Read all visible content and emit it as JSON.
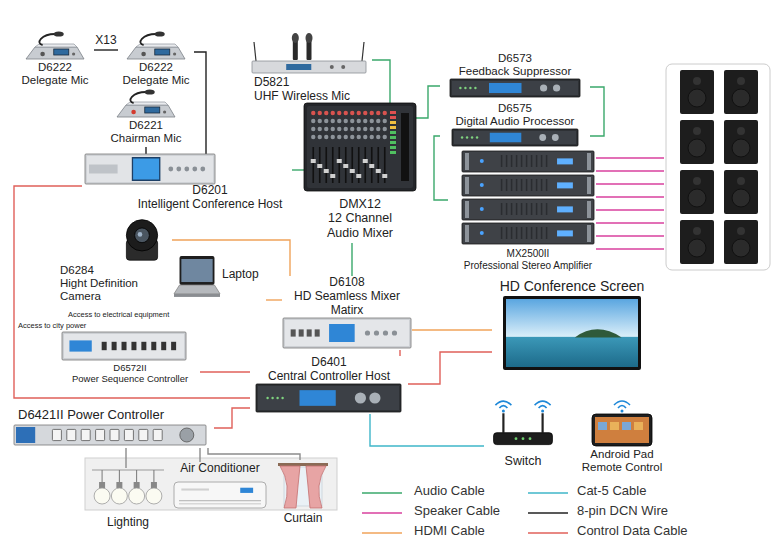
{
  "diagram": {
    "nodes": [
      {
        "text": [
          "D6222",
          "Delegate Mic"
        ]
      },
      {
        "text": [
          "D6222",
          "Delegate Mic"
        ]
      },
      {
        "text": [
          "D6221",
          "Chairman Mic"
        ]
      },
      {
        "text": [
          "D5821",
          "UHF Wireless Mic"
        ]
      },
      {
        "text": [
          "D6573",
          "Feedback Suppressor"
        ]
      },
      {
        "text": [
          "D6575",
          "Digital Audio Processor"
        ]
      },
      {
        "text": [
          "D6201",
          "Intelligent Conference Host"
        ]
      },
      {
        "text": [
          "DMX12",
          "12 Channel Audio Mixer"
        ]
      },
      {
        "text": [
          "MX2500II",
          "Professional Stereo Amplifier"
        ]
      },
      {
        "text": [
          "D6284",
          "Hight Definition Camera"
        ]
      },
      {
        "text": [
          "Laptop"
        ]
      },
      {
        "text": [
          "D6108",
          "HD Seamless Mixer Matirx"
        ]
      },
      {
        "text": [
          "HD Conference Screen"
        ]
      },
      {
        "text": [
          "D6572II",
          "Power Sequence Controller"
        ]
      },
      {
        "text": [
          "D6401",
          "Central Controller Host"
        ]
      },
      {
        "text": [
          "D6421II Power Controller"
        ]
      },
      {
        "text": [
          "Air Conditioner"
        ]
      },
      {
        "text": [
          "Lighting"
        ]
      },
      {
        "text": [
          "Curtain"
        ]
      },
      {
        "text": [
          "Switch"
        ]
      },
      {
        "text": [
          "Android Pad Remote Control"
        ]
      }
    ],
    "edges": [
      {
        "from": 0,
        "to": 1,
        "arrow": "none",
        "label": "X13"
      },
      {
        "from": 1,
        "to": 6,
        "arrow": "none"
      },
      {
        "from": 2,
        "to": 6,
        "arrow": "none"
      },
      {
        "from": 3,
        "to": 7,
        "arrow": "none"
      },
      {
        "from": 6,
        "to": 7,
        "arrow": "none"
      },
      {
        "from": 7,
        "to": 4,
        "arrow": "none"
      },
      {
        "from": 4,
        "to": 5,
        "arrow": "none"
      },
      {
        "from": 5,
        "to": 8,
        "arrow": "none"
      },
      {
        "from": 7,
        "to": 11,
        "arrow": "none"
      },
      {
        "from": 9,
        "to": 11,
        "arrow": "none"
      },
      {
        "from": 10,
        "to": 11,
        "arrow": "none"
      },
      {
        "from": 11,
        "to": 12,
        "arrow": "none"
      },
      {
        "from": 6,
        "to": 14,
        "arrow": "none"
      },
      {
        "from": 13,
        "to": 14,
        "arrow": "none"
      },
      {
        "from": 14,
        "to": 15,
        "arrow": "none"
      },
      {
        "from": 14,
        "to": 12,
        "arrow": "none"
      },
      {
        "from": 14,
        "to": 19,
        "arrow": "none"
      },
      {
        "from": 11,
        "to": 14,
        "arrow": "none"
      },
      {
        "from": 15,
        "to": 17,
        "arrow": "none"
      },
      {
        "from": 15,
        "to": 16,
        "arrow": "none"
      },
      {
        "from": 15,
        "to": 18,
        "arrow": "none"
      }
    ],
    "labels": [
      "Access to electrical equipment",
      "Access to city power"
    ],
    "legend": [
      {
        "text": "Audio Cable"
      },
      {
        "text": "Speaker Cable"
      },
      {
        "text": "HDMI Cable"
      },
      {
        "text": "Cat-5 Cable"
      },
      {
        "text": "8-pin DCN Wire"
      },
      {
        "text": "Control Data Cable"
      }
    ]
  }
}
